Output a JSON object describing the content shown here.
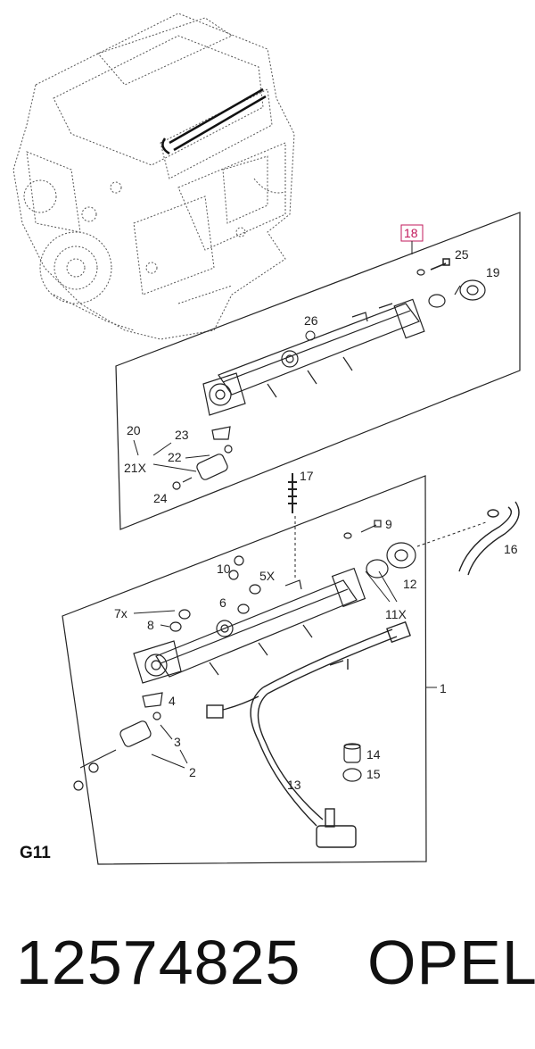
{
  "diagram": {
    "group_label": "G11",
    "subassembly_ref": "18",
    "upper_callouts": [
      "25",
      "19",
      "26",
      "20",
      "23",
      "21X",
      "22",
      "24"
    ],
    "lower_callouts": [
      "17",
      "9",
      "16",
      "10",
      "5X",
      "12",
      "7x",
      "8",
      "6",
      "11X",
      "4",
      "1",
      "3",
      "2",
      "14",
      "15",
      "13"
    ]
  },
  "caption": {
    "part_number": "12574825",
    "brand": "OPEL"
  },
  "colors": {
    "line": "#222222",
    "ref_box": "#c2185b"
  }
}
